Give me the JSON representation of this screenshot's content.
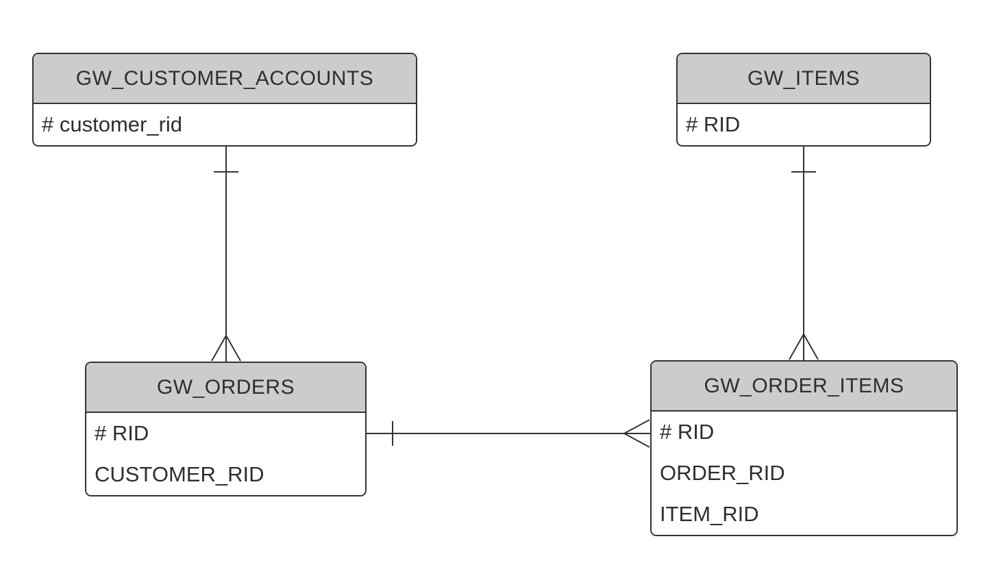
{
  "diagram": {
    "type": "entity-relationship",
    "notation": "crows-foot",
    "colors": {
      "background": "#ffffff",
      "entity_header_fill": "#cccccc",
      "entity_body_fill": "#ffffff",
      "border": "#333333",
      "line": "#333333",
      "text": "#2e2e2e"
    },
    "entities": [
      {
        "name": "GW_CUSTOMER_ACCOUNTS",
        "columns": [
          "# customer_rid"
        ]
      },
      {
        "name": "GW_ITEMS",
        "columns": [
          "# RID"
        ]
      },
      {
        "name": "GW_ORDERS",
        "columns": [
          "# RID",
          "CUSTOMER_RID"
        ]
      },
      {
        "name": "GW_ORDER_ITEMS",
        "columns": [
          "# RID",
          "ORDER_RID",
          "ITEM_RID"
        ]
      }
    ],
    "relationships": [
      {
        "from": "GW_CUSTOMER_ACCOUNTS",
        "to": "GW_ORDERS",
        "from_cardinality": "one",
        "to_cardinality": "many",
        "orientation": "vertical"
      },
      {
        "from": "GW_ITEMS",
        "to": "GW_ORDER_ITEMS",
        "from_cardinality": "one",
        "to_cardinality": "many",
        "orientation": "vertical"
      },
      {
        "from": "GW_ORDERS",
        "to": "GW_ORDER_ITEMS",
        "from_cardinality": "one",
        "to_cardinality": "many",
        "orientation": "horizontal"
      }
    ]
  }
}
